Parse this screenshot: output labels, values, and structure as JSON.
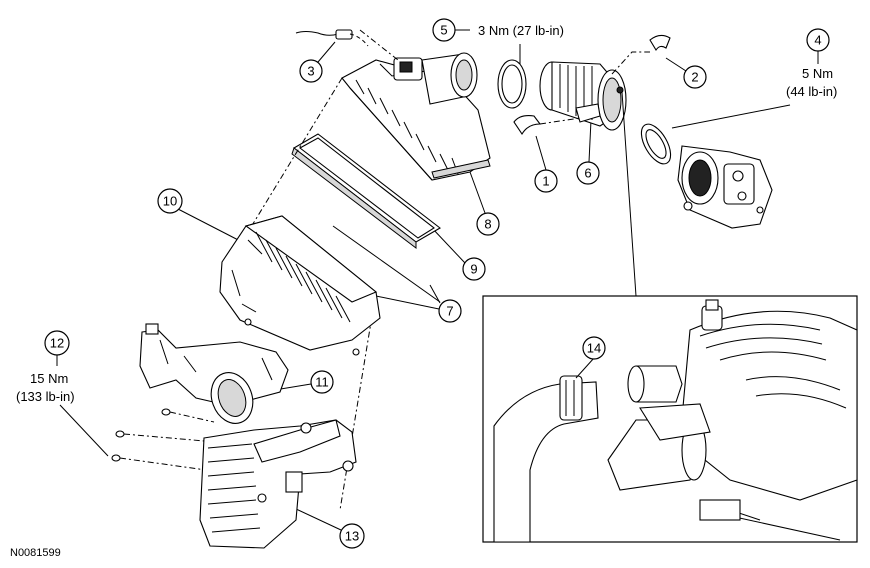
{
  "figure_id": "N0081599",
  "callouts": [
    {
      "number": "1"
    },
    {
      "number": "2"
    },
    {
      "number": "3"
    },
    {
      "number": "4"
    },
    {
      "number": "5"
    },
    {
      "number": "6"
    },
    {
      "number": "7"
    },
    {
      "number": "8"
    },
    {
      "number": "9"
    },
    {
      "number": "10"
    },
    {
      "number": "11"
    },
    {
      "number": "12"
    },
    {
      "number": "13"
    },
    {
      "number": "14"
    }
  ],
  "torque_specs": {
    "callout_5": "3 Nm (27 lb-in)",
    "callout_4_line1": "5 Nm",
    "callout_4_line2": "(44 lb-in)",
    "callout_12_line1": "15 Nm",
    "callout_12_line2": "(133 lb-in)"
  }
}
